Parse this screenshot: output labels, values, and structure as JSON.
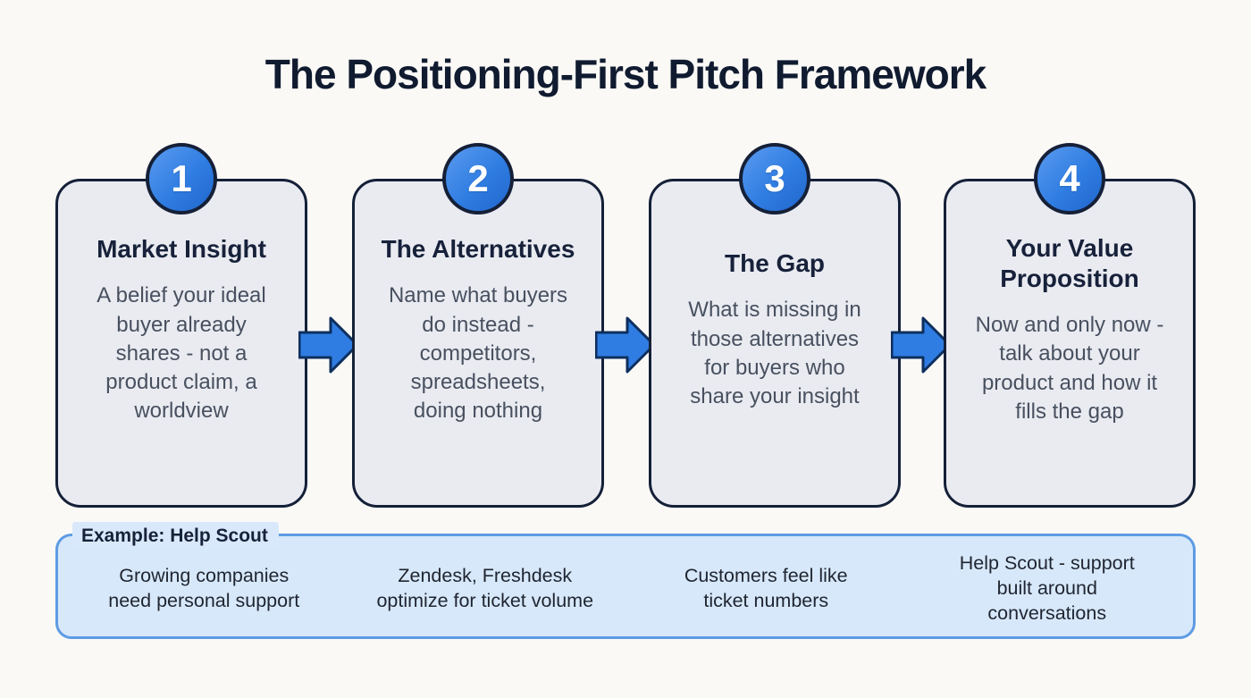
{
  "title": "The Positioning-First Pitch Framework",
  "steps": [
    {
      "number": "1",
      "heading": "Market Insight",
      "body": "A belief your ideal\nbuyer already\nshares - not a\nproduct claim, a\nworldview"
    },
    {
      "number": "2",
      "heading": "The Alternatives",
      "body": "Name what buyers\ndo instead -\ncompetitors,\nspreadsheets,\ndoing nothing"
    },
    {
      "number": "3",
      "heading": "The Gap",
      "body": "What is missing in\nthose alternatives\nfor buyers who\nshare your insight"
    },
    {
      "number": "4",
      "heading": "Your Value\nProposition",
      "body": "Now and only now -\ntalk about your\nproduct and how it\nfills the gap"
    }
  ],
  "example": {
    "label": "Example: Help Scout",
    "items": [
      "Growing companies\nneed personal support",
      "Zendesk, Freshdesk\noptimize for ticket volume",
      "Customers feel like\nticket numbers",
      "Help Scout - support\nbuilt around\nconversations"
    ]
  },
  "colors": {
    "background": "#FAF9F6",
    "card-fill": "#E9EBF1",
    "card-border": "#152038",
    "accent-blue": "#2F7DE2",
    "accent-blue-light": "#5B9BEF",
    "accent-blue-deep": "#2166CC",
    "arrow-outline": "#0E2F5E",
    "title-text": "#101B30",
    "heading-text": "#17213A",
    "body-text": "#48505F",
    "example-fill": "#D7E8FA",
    "example-chip": "#D9E9FB",
    "example-border": "#5E9BE4",
    "example-text": "#1F2530"
  }
}
